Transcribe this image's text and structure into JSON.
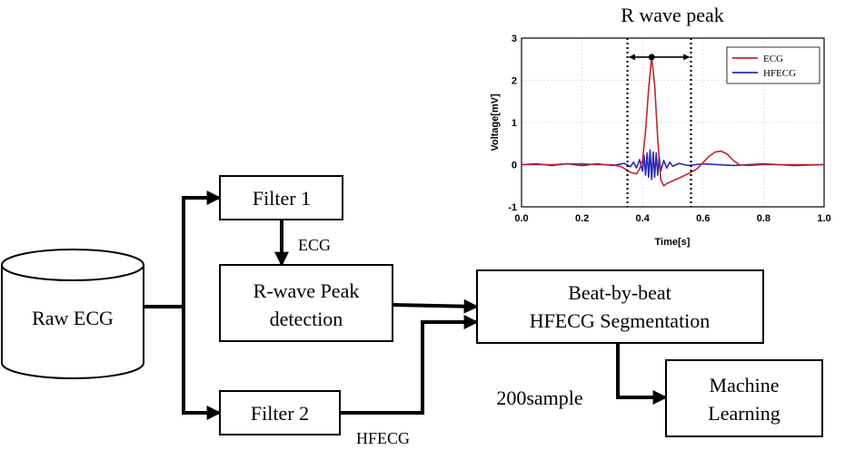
{
  "diagram": {
    "raw_ecg": "Raw ECG",
    "filter1": "Filter 1",
    "filter2": "Filter 2",
    "rpeak_line1": "R-wave Peak",
    "rpeak_line2": "detection",
    "beat_line1": "Beat-by-beat",
    "beat_line2": "HFECG Segmentation",
    "ml_line1": "Machine",
    "ml_line2": "Learning",
    "edge_ecg": "ECG",
    "edge_hfecg": "HFECG",
    "samples": "200sample"
  },
  "chart_data": {
    "type": "line",
    "title": "R wave peak",
    "xlabel": "Time[s]",
    "ylabel": "Voltage[mV]",
    "xlim": [
      0,
      1
    ],
    "ylim": [
      -1,
      3
    ],
    "xticks": [
      "0.0",
      "0.2",
      "0.4",
      "0.6",
      "0.8",
      "1.0"
    ],
    "yticks": [
      "-1",
      "0",
      "1",
      "2",
      "3"
    ],
    "grid": true,
    "legend": "top-right",
    "window_start": 0.35,
    "window_end": 0.56,
    "peak": [
      0.43,
      2.55
    ],
    "series": [
      {
        "name": "ECG",
        "color": "#c0262d",
        "x": [
          0.0,
          0.05,
          0.1,
          0.15,
          0.2,
          0.25,
          0.3,
          0.33,
          0.36,
          0.38,
          0.39,
          0.4,
          0.41,
          0.42,
          0.43,
          0.44,
          0.45,
          0.46,
          0.47,
          0.48,
          0.5,
          0.52,
          0.55,
          0.58,
          0.6,
          0.62,
          0.64,
          0.66,
          0.68,
          0.7,
          0.72,
          0.75,
          0.8,
          0.85,
          0.9,
          0.95,
          1.0
        ],
        "y": [
          0.0,
          0.0,
          0.0,
          0.02,
          0.02,
          0.0,
          0.0,
          -0.05,
          -0.18,
          -0.22,
          -0.1,
          0.1,
          0.8,
          1.8,
          2.55,
          1.9,
          0.6,
          -0.35,
          -0.5,
          -0.45,
          -0.38,
          -0.32,
          -0.22,
          -0.1,
          0.05,
          0.2,
          0.3,
          0.32,
          0.25,
          0.1,
          0.0,
          -0.02,
          0.0,
          0.0,
          0.0,
          0.0,
          0.0
        ]
      },
      {
        "name": "HFECG",
        "color": "#2b2bb8",
        "x": [
          0.0,
          0.05,
          0.1,
          0.15,
          0.2,
          0.25,
          0.3,
          0.34,
          0.36,
          0.37,
          0.38,
          0.39,
          0.4,
          0.405,
          0.41,
          0.415,
          0.42,
          0.425,
          0.43,
          0.435,
          0.44,
          0.445,
          0.45,
          0.455,
          0.46,
          0.47,
          0.48,
          0.49,
          0.5,
          0.52,
          0.55,
          0.6,
          0.7,
          0.8,
          0.9,
          1.0
        ],
        "y": [
          0.0,
          0.02,
          -0.02,
          0.02,
          -0.02,
          0.02,
          -0.02,
          0.03,
          -0.05,
          0.06,
          -0.08,
          0.12,
          -0.15,
          0.22,
          -0.25,
          0.28,
          -0.3,
          0.35,
          -0.35,
          0.3,
          -0.3,
          0.28,
          -0.25,
          0.2,
          -0.15,
          0.1,
          -0.08,
          0.06,
          -0.04,
          0.03,
          -0.02,
          0.02,
          -0.02,
          0.02,
          -0.02,
          0.0
        ]
      }
    ]
  }
}
